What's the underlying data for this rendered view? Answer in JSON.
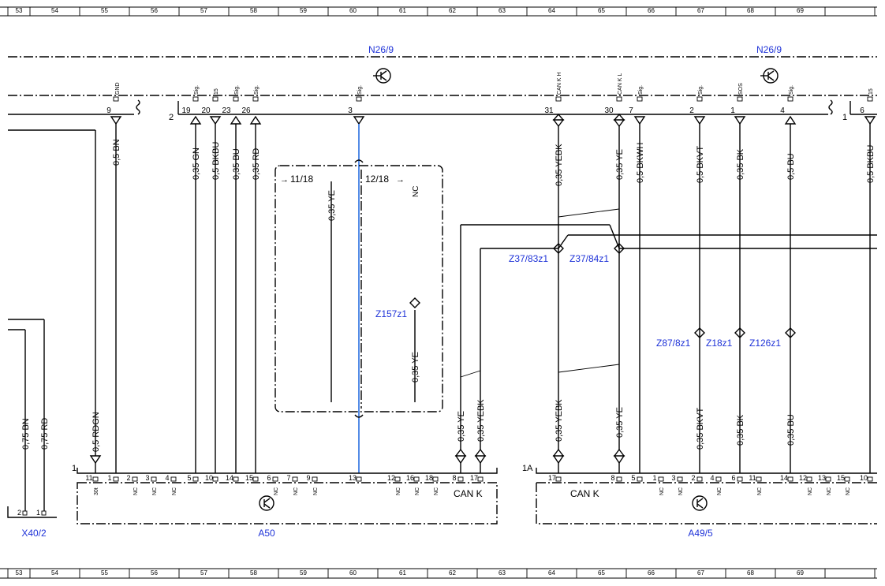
{
  "grid": {
    "columns": [
      "53",
      "54",
      "55",
      "56",
      "57",
      "58",
      "59",
      "60",
      "61",
      "62",
      "63",
      "64",
      "65",
      "66",
      "67",
      "68",
      "69"
    ]
  },
  "components": {
    "n26_9_left": "N26/9",
    "n26_9_right": "N26/9",
    "a50": "A50",
    "a49_5": "A49/5",
    "x40_2": "X40/2",
    "can_k_a50": "CAN K",
    "can_k_a49": "CAN K",
    "conn_2": "2",
    "conn_1": "1",
    "conn_1a": "1A",
    "conn_1_a50": "1"
  },
  "n26_left_pins": [
    {
      "pin": "9",
      "sig": "GND"
    },
    {
      "pin": "19",
      "sig": "Sig."
    },
    {
      "pin": "20",
      "sig": "15"
    },
    {
      "pin": "23",
      "sig": "Sig."
    },
    {
      "pin": "26",
      "sig": "Sig."
    },
    {
      "pin": "3",
      "sig": "Sig."
    }
  ],
  "n26_right_pins": [
    {
      "pin": "31",
      "sig": "CAN K H"
    },
    {
      "pin": "30",
      "sig": "CAN K L"
    },
    {
      "pin": "7",
      "sig": "Sig."
    },
    {
      "pin": "2",
      "sig": "Sig."
    },
    {
      "pin": "1",
      "sig": "SOS"
    },
    {
      "pin": "4",
      "sig": "Sig."
    },
    {
      "pin": "6",
      "sig": "15"
    }
  ],
  "wires": {
    "w_rdgn": "0,5 RDGN",
    "w_bn_top": "0,5 BN",
    "w_gn": "0,35 GN",
    "w_bkbu": "0,5 BKBU",
    "w_bu": "0,35 BU",
    "w_rd": "0,35 RD",
    "w_ye_in": "0,35 YE",
    "w_ye_in2": "0,35 YE",
    "w_yebk_top": "0,35 YEBK",
    "w_ye_top": "0,35 YE",
    "w_bkwh": "0,5 BKWH",
    "w_bkvt_top": "0,5 BKVT",
    "w_bk_top": "0,35 BK",
    "w_bu_top": "0,5 BU",
    "w_bkbu_right": "0,5 BKBU",
    "w_075bn": "0,75 BN",
    "w_075rd": "0,75 RD",
    "w_ye_a50": "0,35 YE",
    "w_yebk_a50": "0,35 YEBK",
    "w_yebk_a49": "0,35 YEBK",
    "w_ye_a49": "0,35 YE",
    "w_bkvt_bot": "0,35 BKVT",
    "w_bk_bot": "0,35 BK",
    "w_bu_bot": "0,35 BU"
  },
  "splices": {
    "z37_83": "Z37/83z1",
    "z37_84": "Z37/84z1",
    "z157": "Z157z1",
    "z87_8": "Z87/8z1",
    "z18": "Z18z1",
    "z126": "Z126z1"
  },
  "refs": {
    "r11_18": "11/18",
    "r12_18": "12/18",
    "nc_top": "NC"
  },
  "a50_pins": [
    "11",
    "1",
    "2",
    "3",
    "4",
    "5",
    "10",
    "14",
    "15",
    "6",
    "7",
    "9",
    "13",
    "12",
    "16",
    "18",
    "8",
    "17"
  ],
  "a50_sigs": [
    "30t",
    "",
    "NC",
    "NC",
    "NC",
    "",
    "",
    "",
    "",
    "NC",
    "NC",
    "NC",
    "",
    "NC",
    "NC",
    "NC",
    "",
    ""
  ],
  "a49_pins": [
    "17",
    "8",
    "5",
    "1",
    "3",
    "2",
    "4",
    "6",
    "11",
    "14",
    "12",
    "13",
    "15",
    "10"
  ],
  "a49_sigs": [
    "",
    "",
    "",
    "NC",
    "NC",
    "",
    "NC",
    "",
    "NC",
    "",
    "NC",
    "NC",
    "NC",
    ""
  ],
  "x40_pins": [
    "2",
    "1"
  ]
}
